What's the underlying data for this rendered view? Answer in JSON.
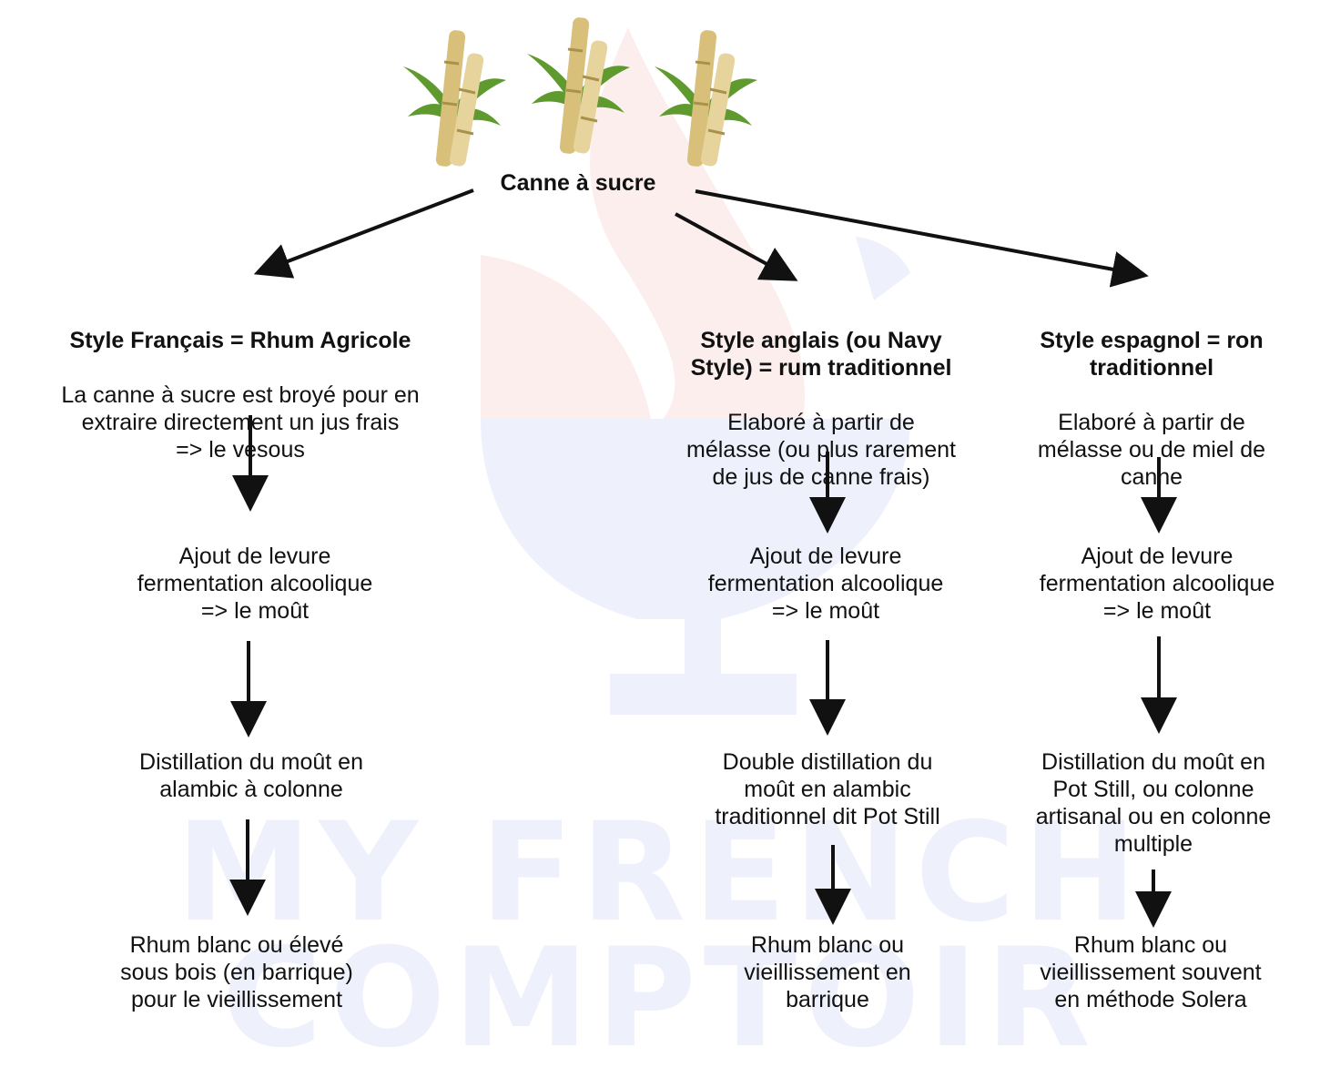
{
  "root": {
    "label": "Canne à sucre"
  },
  "columns": [
    {
      "title": "Style Français = Rhum Agricole",
      "description": "La canne à sucre est broyé pour en\nextraire directement un jus frais\n=> le vesous",
      "step_fermentation": "Ajout de levure\nfermentation alcoolique\n=> le moût",
      "step_distillation": "Distillation du moût en\nalambic à colonne",
      "step_result": "Rhum blanc ou élevé\nsous bois (en barrique)\npour le vieillissement"
    },
    {
      "title": "Style anglais (ou Navy\nStyle) = rum traditionnel",
      "description": "Elaboré à partir de\nmélasse (ou plus rarement\nde jus de canne frais)",
      "step_fermentation": "Ajout de levure\nfermentation alcoolique\n=> le moût",
      "step_distillation": "Double distillation du\nmoût en alambic\ntraditionnel dit Pot Still",
      "step_result": "Rhum blanc ou\nvieillissement en\nbarrique"
    },
    {
      "title": "Style espagnol = ron\ntraditionnel",
      "description": "Elaboré à partir de\nmélasse ou de miel de\ncanne",
      "step_fermentation": "Ajout de levure\nfermentation alcoolique\n=> le moût",
      "step_distillation": "Distillation du moût en\nPot Still, ou colonne\nartisanal ou en colonne\nmultiple",
      "step_result": "Rhum blanc ou\nvieillissement souvent\nen méthode Solera"
    }
  ],
  "watermark": {
    "line1": "MY FRENCH",
    "line2": "COMPTOIR"
  },
  "colors": {
    "arrow": "#111111",
    "watermark_red": "#fdeeee",
    "watermark_blue": "#eef0fb",
    "cane_green": "#5f9a2e",
    "cane_stalk": "#d8c07a"
  },
  "icons": [
    "sugarcane-icon",
    "sugarcane-icon",
    "sugarcane-icon"
  ]
}
